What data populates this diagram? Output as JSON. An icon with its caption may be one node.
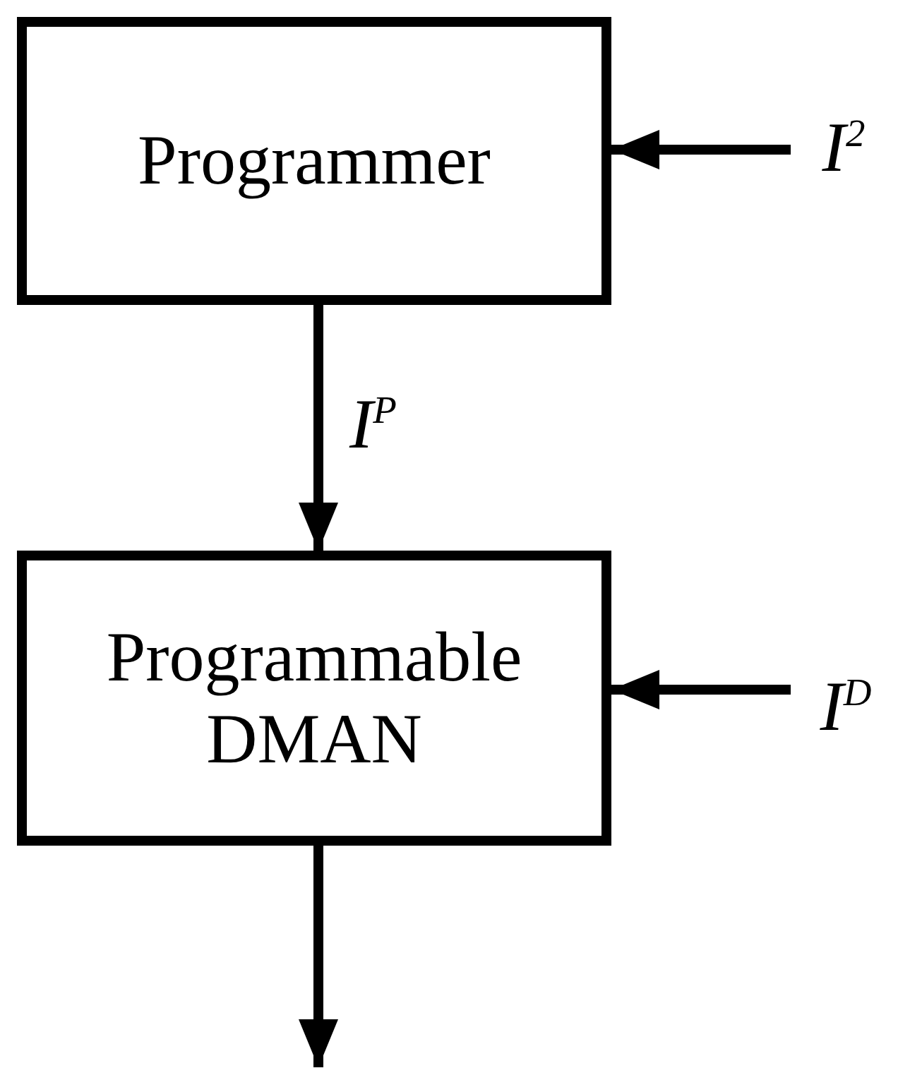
{
  "diagram": {
    "nodes": [
      {
        "text": [
          "Programmer"
        ]
      },
      {
        "text": [
          "Programmable DMAN"
        ]
      },
      {
        "text": [
          "I$^{2}$"
        ]
      },
      {
        "text": [
          "I$^{D}$"
        ]
      }
    ],
    "edges": [
      {
        "from": 2,
        "to": 0,
        "arrow": "to"
      },
      {
        "from": 0,
        "to": 1,
        "arrow": "to",
        "label": "I$^{P}$"
      },
      {
        "from": 3,
        "to": 1,
        "arrow": "to"
      },
      {
        "from": 1,
        "to": null,
        "arrow": "to"
      }
    ]
  }
}
